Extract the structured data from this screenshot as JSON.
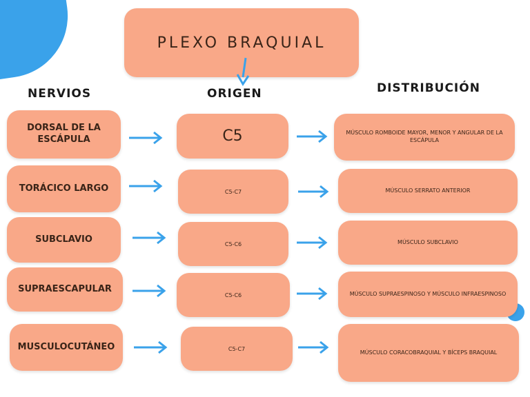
{
  "title": "PLEXO BRAQUIAL",
  "headers": {
    "nerves": "NERVIOS",
    "origin": "ORIGEN",
    "distribution": "DISTRIBUCIÓN"
  },
  "rows": [
    {
      "nerve": "DORSAL DE LA ESCÁPULA",
      "origin": "C5",
      "distribution": "MÚSCULO ROMBOIDE MAYOR, MENOR Y ANGULAR DE LA ESCÁPULA"
    },
    {
      "nerve": "TORÁCICO LARGO",
      "origin": "C5-C7",
      "distribution": "MÚSCULO SERRATO ANTERIOR"
    },
    {
      "nerve": "SUBCLAVIO",
      "origin": "C5-C6",
      "distribution": "MÚSCULO SUBCLAVIO"
    },
    {
      "nerve": "SUPRAESCAPULAR",
      "origin": "C5-C6",
      "distribution": "MÚSCULO SUPRAESPINOSO Y MÚSCULO INFRAESPINOSO"
    },
    {
      "nerve": "MUSCULOCUTÁNEO",
      "origin": "C5-C7",
      "distribution": "MÚSCULO CORACOBRAQUIAL Y BÍCEPS BRAQUIAL"
    }
  ],
  "colors": {
    "box": "#f9a888",
    "arrow": "#3aa2ea",
    "accent_blob": "#3aa2ea"
  }
}
